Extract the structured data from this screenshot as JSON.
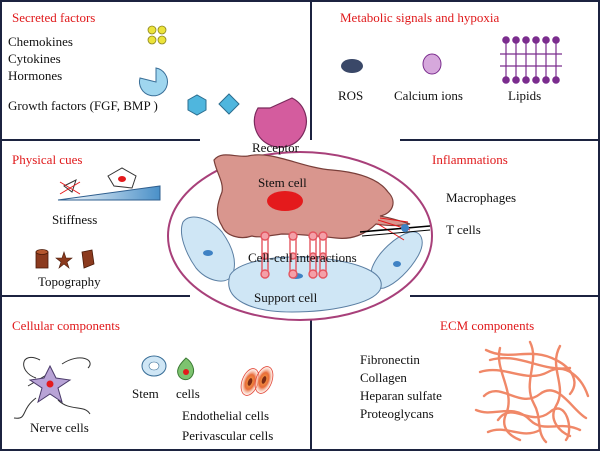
{
  "panels": {
    "secreted": {
      "title": "Secreted factors",
      "items": [
        "Chemokines",
        "Cytokines",
        "Hormones"
      ],
      "growth": "Growth factors (FGF, BMP )"
    },
    "metabolic": {
      "title": "Metabolic signals and hypoxia",
      "items": [
        "ROS",
        "Calcium ions",
        "Lipids"
      ]
    },
    "physical": {
      "title": "Physical cues",
      "stiffness": "Stiffness",
      "topography": "Topography"
    },
    "inflammation": {
      "title": "Inflammations",
      "items": [
        "Macrophages",
        "T cells"
      ]
    },
    "cellular": {
      "title": "Cellular components",
      "nerve": "Nerve cells",
      "stem_a": "Stem",
      "stem_b": "cells",
      "endothelial": "Endothelial cells",
      "perivascular": "Perivascular cells"
    },
    "ecm": {
      "title": "ECM components",
      "items": [
        "Fibronectin",
        "Collagen",
        "Heparan sulfate",
        "Proteoglycans"
      ]
    }
  },
  "center": {
    "receptor": "Receptor",
    "stem_cell": "Stem cell",
    "interactions": "Cell-cell interactions",
    "support_cell": "Support cell"
  },
  "colors": {
    "title_red": "#e0191b",
    "frame_dark": "#1c2340",
    "ellipse_border": "#a8407a",
    "stem_cell_fill": "#d9968e",
    "nucleus_red": "#e41a1c",
    "support_fill": "#cfe6f5",
    "receptor_fill": "#d45c9e",
    "diamond_blue": "#4fb6de",
    "lipid_purple": "#7b2d8e",
    "calcium_pink": "#d6a8dc",
    "ros_navy": "#3a4868",
    "yellow_dots": "#ece33a",
    "fiber_orange": "#f08868"
  }
}
